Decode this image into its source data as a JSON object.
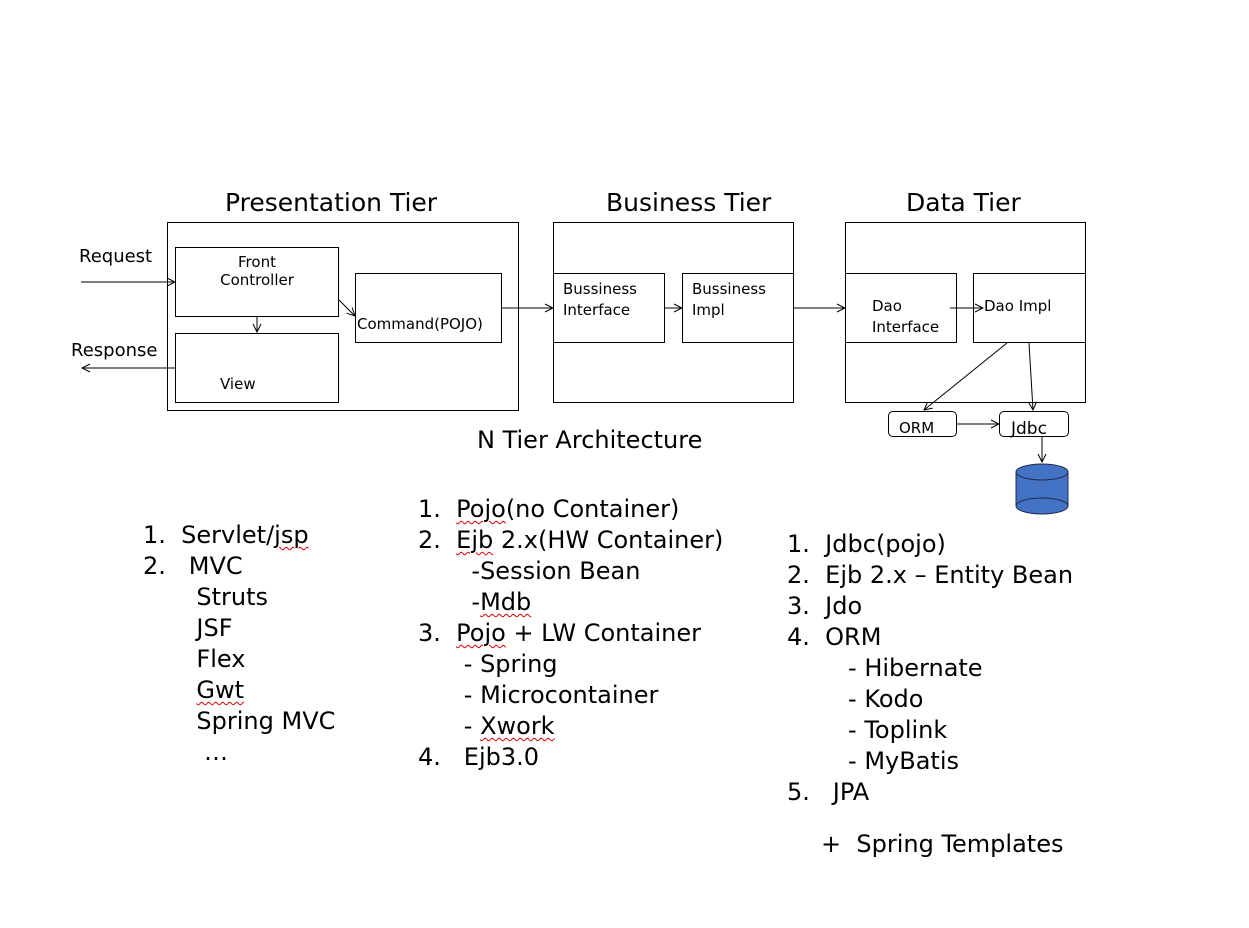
{
  "tiers": {
    "presentation": "Presentation Tier",
    "business": "Business Tier",
    "data": "Data Tier"
  },
  "labels": {
    "request": "Request",
    "response": "Response",
    "front_controller": "Front\nController",
    "view": "View",
    "command": "Command(POJO)",
    "business_interface": "Bussiness\nInterface",
    "business_impl": "Bussiness\nImpl",
    "dao_interface": "Dao\nInterface",
    "dao_impl": "Dao Impl",
    "orm": "ORM",
    "jdbc": "Jdbc"
  },
  "caption": "N Tier Architecture",
  "colors": {
    "database": "#4472c4",
    "spellcheck": "#e00000"
  },
  "icons": {
    "database": "database-cylinder-icon"
  },
  "presentation_list": {
    "l1": "1.  Servlet/",
    "l1_sq": "jsp",
    "l2": "2.   MVC",
    "l3": "       Struts",
    "l4": "       JSF",
    "l5": "       Flex",
    "l6_pre": "       ",
    "l6_sq": "Gwt",
    "l7": "       Spring MVC",
    "l8": "        …"
  },
  "business_list": {
    "l1_pre": "1.  ",
    "l1_sq": "Pojo",
    "l1_post": "(no Container)",
    "l2_pre": "2.  ",
    "l2_sq": "Ejb",
    "l2_post": " 2.x(HW Container)",
    "l3": "       -Session Bean",
    "l4_pre": "       -",
    "l4_sq": "Mdb",
    "l5_pre": "3.  ",
    "l5_sq": "Pojo",
    "l5_post": " + LW Container",
    "l6": "      - Spring",
    "l7": "      - Microcontainer",
    "l8_pre": "      - ",
    "l8_sq": "Xwork",
    "l9": "4.   Ejb3.0"
  },
  "data_list": {
    "l1": "1.  Jdbc(pojo)",
    "l2": "2.  Ejb 2.x – Entity Bean",
    "l3": "3.  Jdo",
    "l4": "4.  ORM",
    "l5": "        - Hibernate",
    "l6": "        - Kodo",
    "l7": "        - Toplink",
    "l8": "        - MyBatis",
    "l9": "5.   JPA"
  },
  "footer": "+  Spring Templates"
}
